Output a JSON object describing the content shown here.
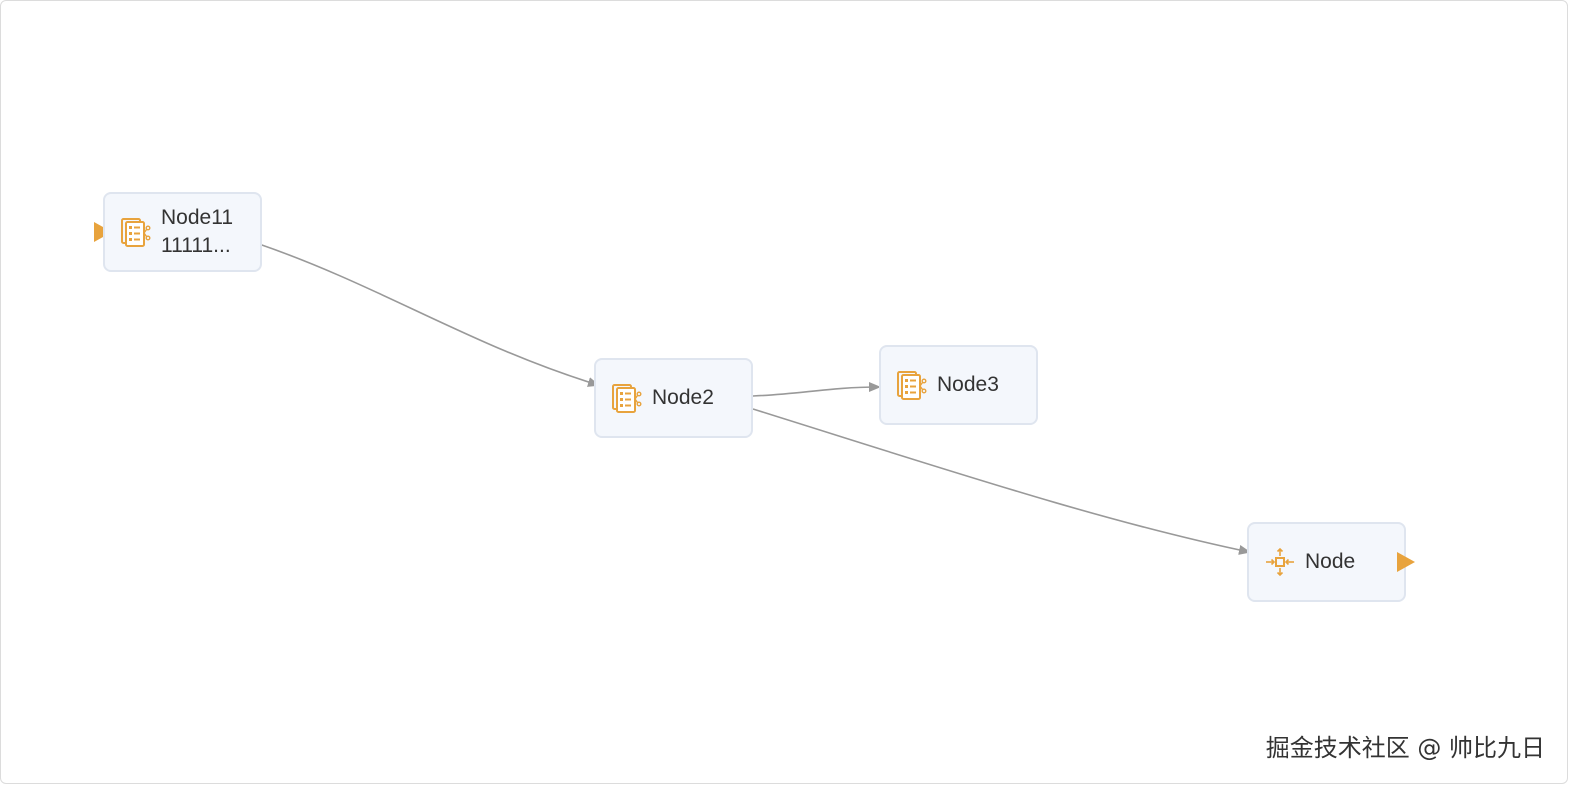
{
  "colors": {
    "accent": "#e8a33d",
    "node_bg": "#f4f7fc",
    "node_border": "#dfe5ef",
    "edge": "#999999"
  },
  "nodes": [
    {
      "id": "node11",
      "label": "Node11\n11111...",
      "icon": "list-task-icon"
    },
    {
      "id": "node2",
      "label": "Node2",
      "icon": "list-task-icon"
    },
    {
      "id": "node3",
      "label": "Node3",
      "icon": "list-task-icon"
    },
    {
      "id": "node",
      "label": "Node",
      "icon": "merge-move-icon"
    }
  ],
  "edges": [
    {
      "from": "node11",
      "to": "node2"
    },
    {
      "from": "node2",
      "to": "node3"
    },
    {
      "from": "node2",
      "to": "node"
    }
  ],
  "watermark": "掘金技术社区 @ 帅比九日"
}
